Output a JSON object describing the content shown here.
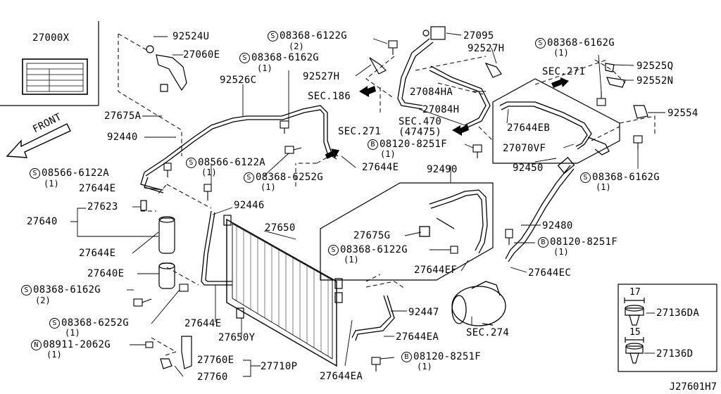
{
  "labels": {
    "l27000X": "27000X",
    "l92524U": "92524U",
    "l27060E": "27060E",
    "l92526C": "92526C",
    "l27675A": "27675A",
    "l92440": "92440",
    "l27644E_a": "27644E",
    "l27623": "27623",
    "l27640": "27640",
    "l27644E_b": "27644E",
    "l27640E": "27640E",
    "l27650": "27650",
    "l92446": "92446",
    "l27644E_c": "27644E",
    "l27650Y": "27650Y",
    "l27760E": "27760E",
    "l27710P": "27710P",
    "l27760": "27760",
    "l27644EA_b": "27644EA",
    "l92447": "92447",
    "l27644EA_a": "27644EA",
    "lSEC274": "SEC.274",
    "l27644EC": "27644EC",
    "l92480": "92480",
    "l92490": "92490",
    "l27675G": "27675G",
    "l27644EF": "27644EF",
    "l27095": "27095",
    "l92527H_a": "92527H",
    "l92527H_b": "92527H",
    "l27084HA": "27084HA",
    "l27084H": "27084H",
    "lSEC186": "SEC.186",
    "lSEC470": "SEC.470",
    "l47475": "(47475)",
    "lSEC271_a": "SEC.271",
    "l27644E_d": "27644E",
    "lSEC271_b": "SEC.271",
    "l92525Q": "92525Q",
    "l92552N": "92552N",
    "l92554": "92554",
    "l27644EB": "27644EB",
    "l27070VF": "27070VF",
    "l92450": "92450",
    "l27136DA": "27136DA",
    "l27136D": "27136D",
    "dim17": "17",
    "dim15": "15",
    "front": "FRONT",
    "ref": "J27601H7"
  },
  "bolts": {
    "b1": {
      "sym": "S",
      "num": "08368-6122G",
      "qty": "(2)"
    },
    "b2": {
      "sym": "S",
      "num": "08368-6162G",
      "qty": "(1)"
    },
    "b3": {
      "sym": "S",
      "num": "08368-6162G",
      "qty": "(1)"
    },
    "b4": {
      "sym": "S",
      "num": "08566-6122A",
      "qty": "(1)"
    },
    "b5": {
      "sym": "S",
      "num": "08566-6122A",
      "qty": "(1)"
    },
    "b6": {
      "sym": "S",
      "num": "08368-6252G",
      "qty": "(1)"
    },
    "b7": {
      "sym": "B",
      "num": "08120-8251F",
      "qty": "(1)"
    },
    "b8": {
      "sym": "S",
      "num": "08368-6162G",
      "qty": "(1)"
    },
    "b9": {
      "sym": "S",
      "num": "08368-6122G",
      "qty": "(1)"
    },
    "b10": {
      "sym": "B",
      "num": "08120-8251F",
      "qty": "(1)"
    },
    "b11": {
      "sym": "S",
      "num": "08368-6162G",
      "qty": "(2)"
    },
    "b12": {
      "sym": "S",
      "num": "08368-6252G",
      "qty": "(1)"
    },
    "b13": {
      "sym": "N",
      "num": "08911-2062G",
      "qty": "(1)"
    },
    "b14": {
      "sym": "B",
      "num": "08120-8251F",
      "qty": "(1)"
    }
  }
}
